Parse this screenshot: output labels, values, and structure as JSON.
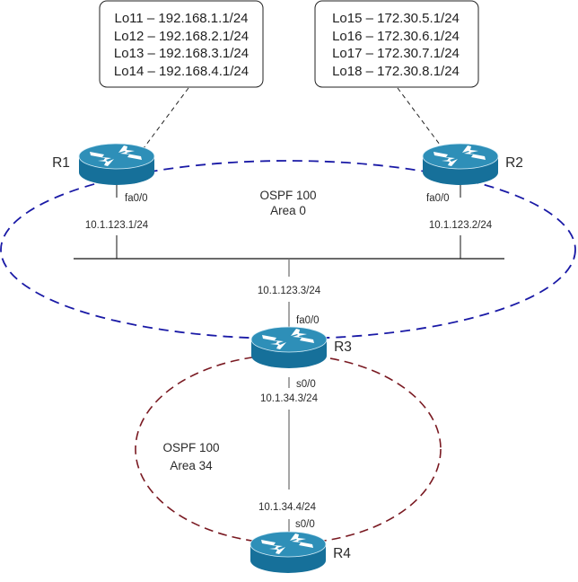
{
  "colors": {
    "area0": "#1a1aa6",
    "area34": "#7a1a22",
    "router_top": "#2e8fb8",
    "router_body": "#16709a",
    "link": "#222222",
    "serial_link": "#777777"
  },
  "loopback_boxes": [
    {
      "router": "R1",
      "lines": [
        "Lo11 – 192.168.1.1/24",
        "Lo12 – 192.168.2.1/24",
        "Lo13 – 192.168.3.1/24",
        "Lo14 – 192.168.4.1/24"
      ]
    },
    {
      "router": "R2",
      "lines": [
        "Lo15 – 172.30.5.1/24",
        "Lo16 – 172.30.6.1/24",
        "Lo17 – 172.30.7.1/24",
        "Lo18 – 172.30.8.1/24"
      ]
    }
  ],
  "routers": [
    {
      "name": "R1",
      "icon": "router-icon"
    },
    {
      "name": "R2",
      "icon": "router-icon"
    },
    {
      "name": "R3",
      "icon": "router-icon"
    },
    {
      "name": "R4",
      "icon": "router-icon"
    }
  ],
  "interfaces": {
    "r1_fa": "fa0/0",
    "r1_ip": "10.1.123.1/24",
    "r2_fa": "fa0/0",
    "r2_ip": "10.1.123.2/24",
    "r3_fa": "fa0/0",
    "r3_ip_fa": "10.1.123.3/24",
    "r3_s": "s0/0",
    "r3_ip_s": "10.1.34.3/24",
    "r4_s": "s0/0",
    "r4_ip_s": "10.1.34.4/24"
  },
  "areas": [
    {
      "line1": "OSPF 100",
      "line2": "Area 0"
    },
    {
      "line1": "OSPF 100",
      "line2": "Area 34"
    }
  ]
}
